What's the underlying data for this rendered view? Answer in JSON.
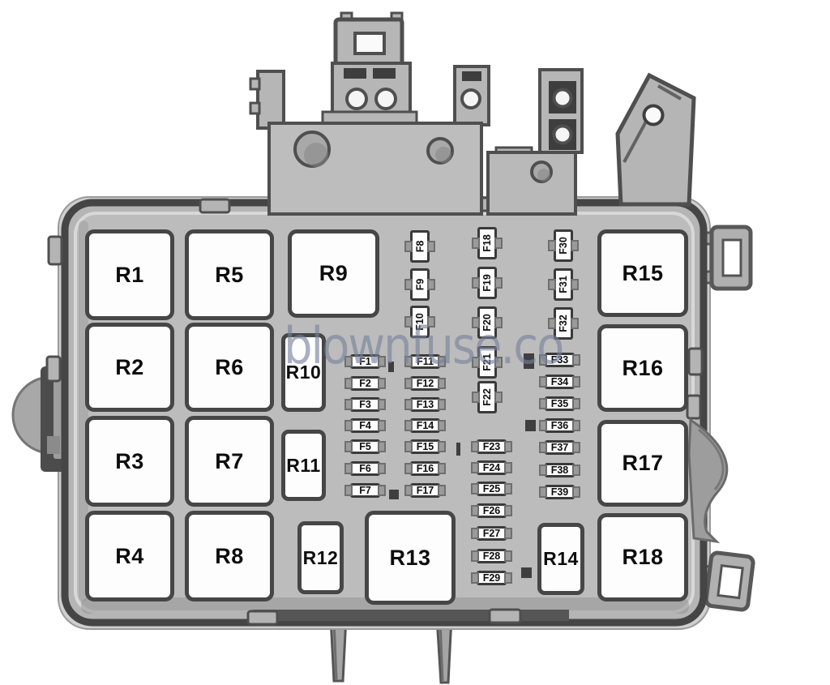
{
  "watermark": {
    "text": "blownfuse.co",
    "color_hex": "#76819b"
  },
  "relay_groups": {
    "left_grid": [
      "R1",
      "R5",
      "R2",
      "R6",
      "R3",
      "R7",
      "R4",
      "R8"
    ],
    "top_wide": [
      "R9"
    ],
    "mid_small": [
      "R10",
      "R11",
      "R12"
    ],
    "bottom_large": [
      "R13"
    ],
    "bottom_small": [
      "R14"
    ],
    "right_column": [
      "R15",
      "R16",
      "R17",
      "R18"
    ]
  },
  "fuse_groups": {
    "horizontal_col_1": [
      "F1",
      "F2",
      "F3",
      "F4",
      "F5",
      "F6",
      "F7"
    ],
    "horizontal_col_2": [
      "F11",
      "F12",
      "F13",
      "F14",
      "F15",
      "F16",
      "F17"
    ],
    "horizontal_col_3": [
      "F23",
      "F24",
      "F25",
      "F26",
      "F27",
      "F28",
      "F29"
    ],
    "horizontal_col_4": [
      "F33",
      "F34",
      "F35",
      "F36",
      "F37",
      "F38",
      "F39"
    ],
    "vertical_col_1": [
      "F8",
      "F9",
      "F10"
    ],
    "vertical_col_2": [
      "F18",
      "F19",
      "F20",
      "F21",
      "F22"
    ],
    "vertical_col_3": [
      "F30",
      "F31",
      "F32"
    ]
  },
  "diagram_colors": {
    "housing_gray": "#b5b5b5",
    "outline_gray": "#474747",
    "box_white": "#fdfdfd",
    "label_black": "#0d0d0d"
  }
}
